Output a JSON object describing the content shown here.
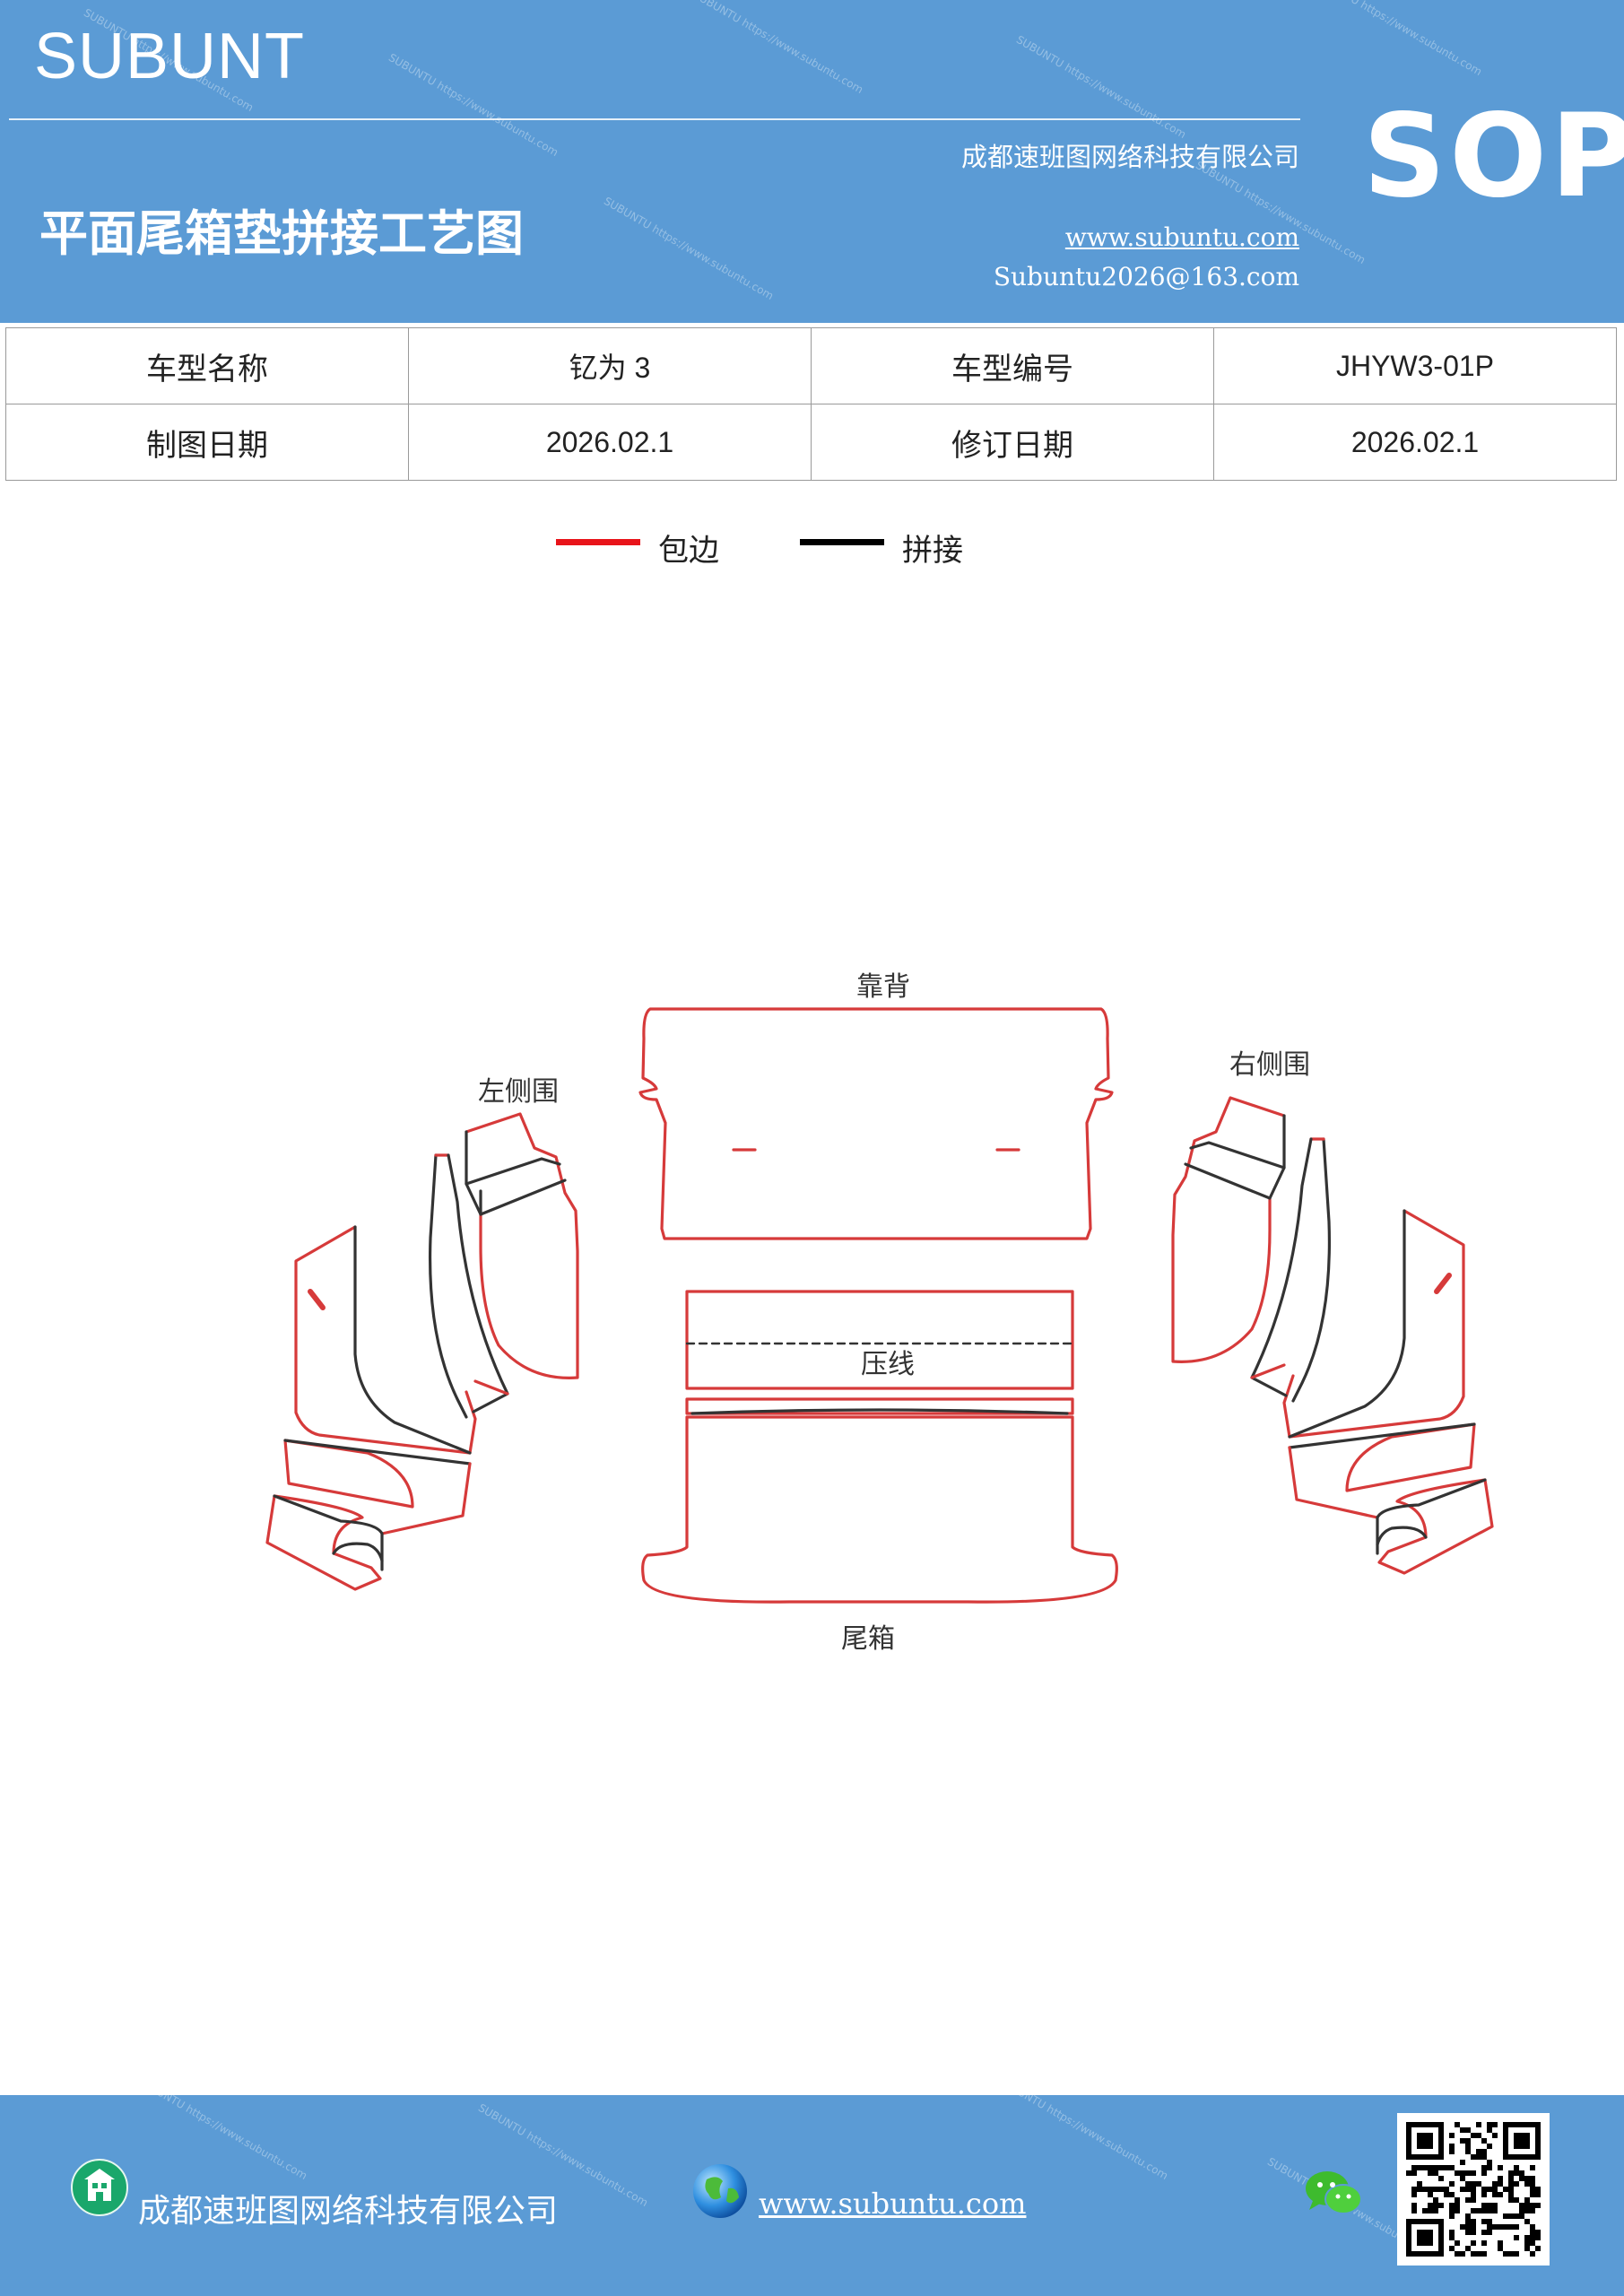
{
  "header": {
    "brand": "SUBUNT",
    "sop": "SOP",
    "company": "成都速班图网络科技有限公司",
    "title": "平面尾箱垫拼接工艺图",
    "website": "www.subuntu.com",
    "email": "Subuntu2026@163.com",
    "watermark": "SUBUNTU https://www.subuntu.com"
  },
  "info": {
    "model_name_label": "车型名称",
    "model_name": "钇为 3",
    "model_code_label": "车型编号",
    "model_code": "JHYW3-01P",
    "draw_date_label": "制图日期",
    "draw_date": "2026.02.1",
    "revise_date_label": "修订日期",
    "revise_date": "2026.02.1"
  },
  "legend": [
    {
      "label": "包边",
      "color": "#e8141a"
    },
    {
      "label": "拼接",
      "color": "#000000"
    }
  ],
  "diagram": {
    "backrest": "靠背",
    "left_side": "左侧围",
    "right_side": "右侧围",
    "crease": "压线",
    "trunk": "尾箱",
    "edge_color": "#d63a3a",
    "seam_color": "#333333"
  },
  "footer": {
    "company": "成都速班图网络科技有限公司",
    "website": "www.subuntu.com"
  },
  "icons": [
    "building-icon",
    "globe-icon",
    "wechat-icon",
    "qr-code"
  ]
}
